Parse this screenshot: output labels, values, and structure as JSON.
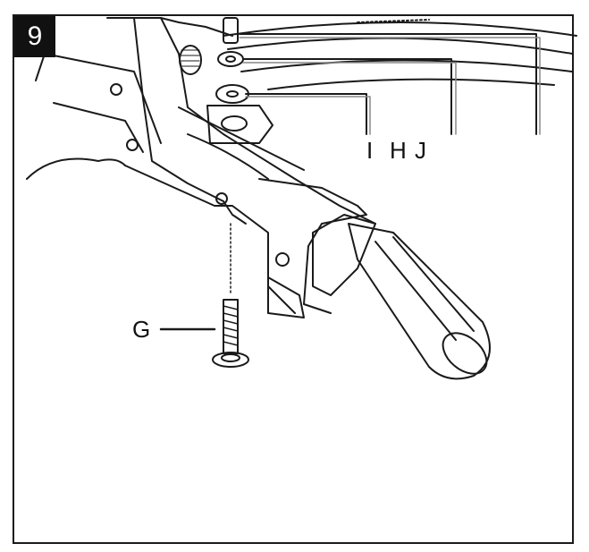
{
  "figure": {
    "step_number": "9",
    "labels": {
      "I": "I",
      "H": "H",
      "J": "J",
      "G": "G"
    }
  },
  "colors": {
    "line": "#1a1a1a",
    "badge_bg": "#111111",
    "badge_text": "#ffffff"
  }
}
